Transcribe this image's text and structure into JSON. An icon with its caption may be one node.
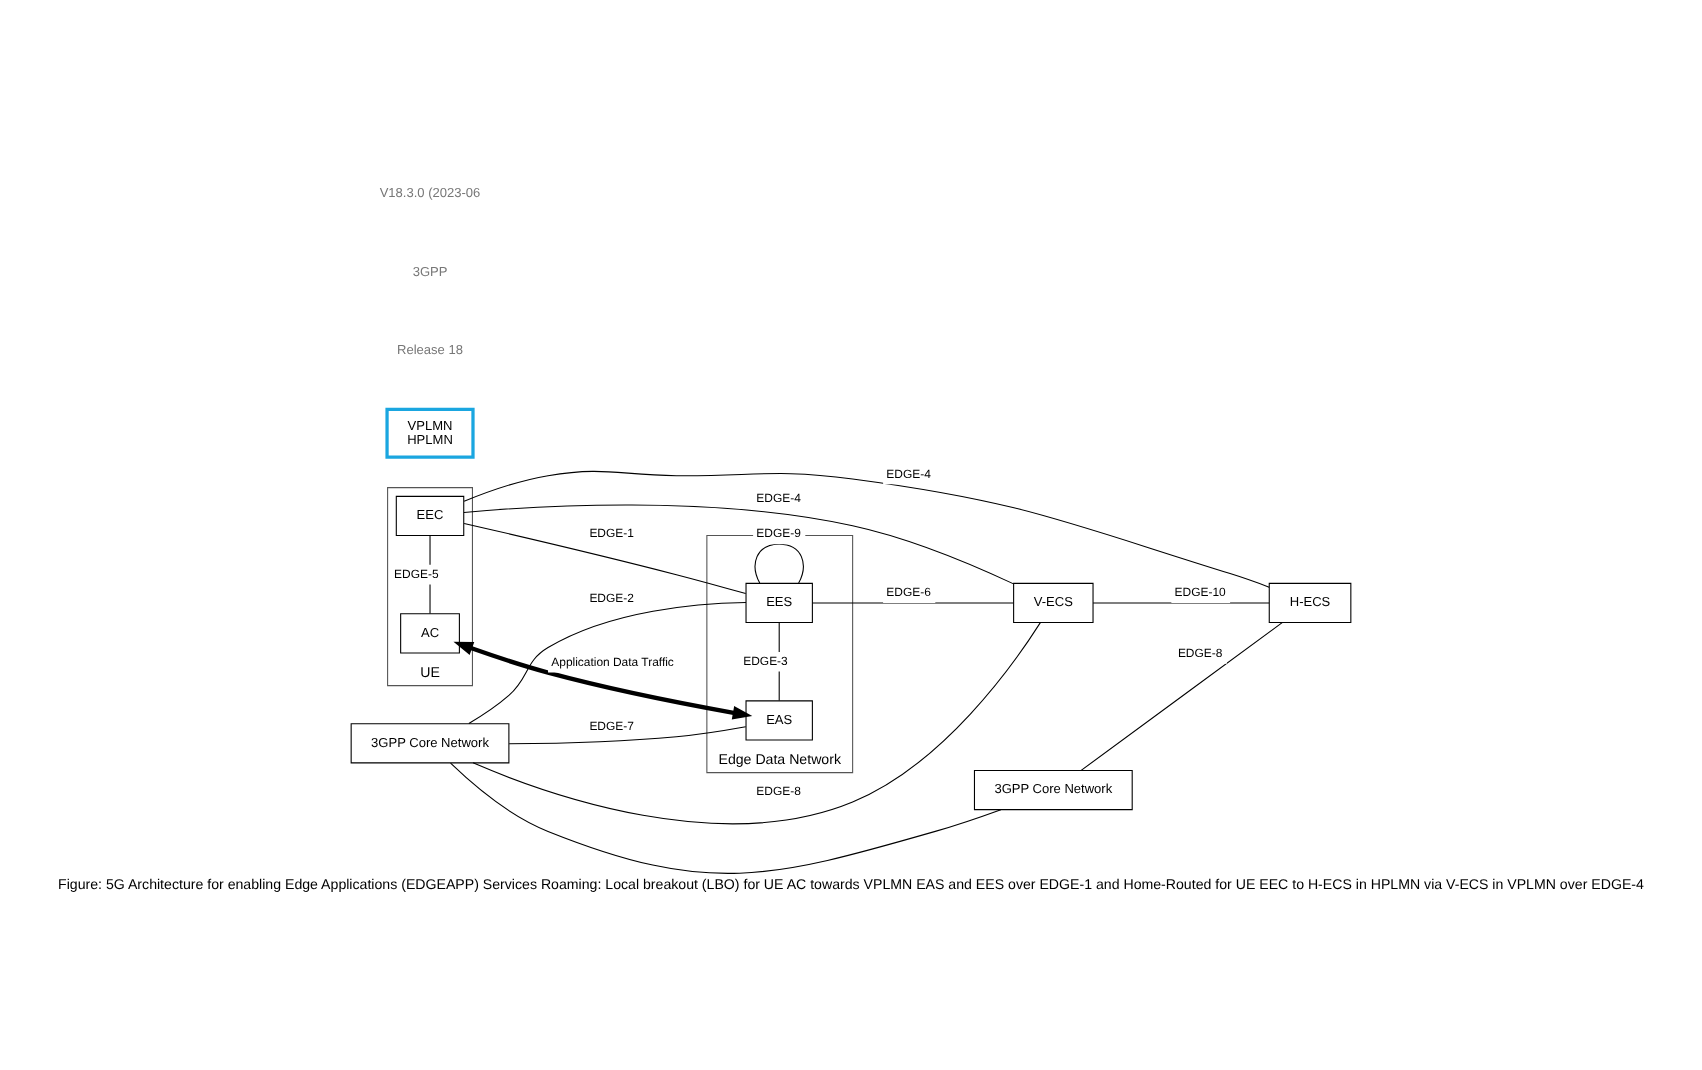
{
  "diagram": {
    "caption": "Figure: 5G Architecture for enabling Edge Applications (EDGEAPP) Services Roaming: Local breakout (LBO) for UE AC towards VPLMN EAS and EES over EDGE-1 and Home-Routed for UE EEC to H-ECS in HPLMN via V-ECS in VPLMN over EDGE-4",
    "nodes": [
      {
        "text": [
          "UE"
        ]
      },
      {
        "text": [
          "AC"
        ],
        "in": 0
      },
      {
        "text": [
          "EEC"
        ],
        "in": 0
      },
      {
        "text": [
          "3GPP Core Network"
        ]
      },
      {
        "text": [
          "Edge Data Network"
        ]
      },
      {
        "text": [
          "EAS"
        ],
        "in": 4
      },
      {
        "text": [
          "EES"
        ],
        "in": 4
      },
      {
        "text": [
          "V-ECS"
        ]
      },
      {
        "text": [
          "3GPP Core Network"
        ]
      },
      {
        "text": [
          "H-ECS"
        ]
      },
      {
        "text": [
          "VPLMN",
          "HPLMN"
        ]
      }
    ],
    "edges": [
      {
        "from": 1,
        "to": 5,
        "arrow": "both",
        "label": "Application Data Traffic",
        "style": "thick"
      },
      {
        "from": 3,
        "to": 5,
        "arrow": "none",
        "label": "EDGE-7"
      },
      {
        "from": 1,
        "to": 2,
        "arrow": "none",
        "label": "EDGE-5"
      },
      {
        "from": 2,
        "to": 6,
        "arrow": "none",
        "label": "EDGE-1"
      },
      {
        "from": 3,
        "to": 6,
        "arrow": "none",
        "label": "EDGE-2"
      },
      {
        "from": 5,
        "to": 6,
        "arrow": "none",
        "label": "EDGE-3"
      },
      {
        "from": 6,
        "to": 6,
        "arrow": "none",
        "label": "EDGE-9"
      },
      {
        "from": 6,
        "to": 7,
        "arrow": "none",
        "label": "EDGE-6"
      },
      {
        "from": 2,
        "to": 7,
        "arrow": "none",
        "label": "EDGE-4"
      },
      {
        "from": 3,
        "to": 7,
        "arrow": "none",
        "label": "EDGE-8"
      },
      {
        "from": 7,
        "to": 9,
        "arrow": "none",
        "label": "EDGE-10"
      },
      {
        "from": 3,
        "to": 8,
        "arrow": "none"
      },
      {
        "from": 2,
        "to": 9,
        "arrow": "none",
        "label": "EDGE-4"
      },
      {
        "from": 8,
        "to": 9,
        "arrow": "none",
        "label": "EDGE-8"
      }
    ],
    "labels": [
      "Release 18",
      "3GPP",
      "V18.3.0 (2023-06"
    ]
  }
}
